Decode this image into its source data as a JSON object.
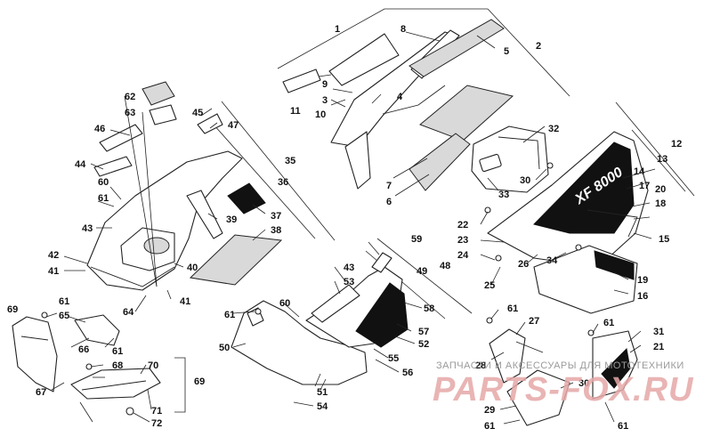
{
  "diagram": {
    "callouts": [
      {
        "id": "c1",
        "text": "1"
      },
      {
        "id": "c2",
        "text": "2"
      },
      {
        "id": "c3",
        "text": "3"
      },
      {
        "id": "c4",
        "text": "4"
      },
      {
        "id": "c5",
        "text": "5"
      },
      {
        "id": "c6",
        "text": "6"
      },
      {
        "id": "c7",
        "text": "7"
      },
      {
        "id": "c8",
        "text": "8"
      },
      {
        "id": "c9",
        "text": "9"
      },
      {
        "id": "c10",
        "text": "10"
      },
      {
        "id": "c11",
        "text": "11"
      },
      {
        "id": "c12",
        "text": "12"
      },
      {
        "id": "c13",
        "text": "13"
      },
      {
        "id": "c14",
        "text": "14"
      },
      {
        "id": "c15",
        "text": "15"
      },
      {
        "id": "c16",
        "text": "16"
      },
      {
        "id": "c17",
        "text": "17"
      },
      {
        "id": "c18",
        "text": "18"
      },
      {
        "id": "c19",
        "text": "19"
      },
      {
        "id": "c20",
        "text": "20"
      },
      {
        "id": "c21",
        "text": "21"
      },
      {
        "id": "c22",
        "text": "22"
      },
      {
        "id": "c23",
        "text": "23"
      },
      {
        "id": "c24",
        "text": "24"
      },
      {
        "id": "c25",
        "text": "25"
      },
      {
        "id": "c26",
        "text": "26"
      },
      {
        "id": "c27",
        "text": "27"
      },
      {
        "id": "c28",
        "text": "28"
      },
      {
        "id": "c29",
        "text": "29"
      },
      {
        "id": "c30a",
        "text": "30"
      },
      {
        "id": "c30b",
        "text": "30"
      },
      {
        "id": "c31",
        "text": "31"
      },
      {
        "id": "c32",
        "text": "32"
      },
      {
        "id": "c33",
        "text": "33"
      },
      {
        "id": "c34",
        "text": "34"
      },
      {
        "id": "c35",
        "text": "35"
      },
      {
        "id": "c36",
        "text": "36"
      },
      {
        "id": "c37",
        "text": "37"
      },
      {
        "id": "c38",
        "text": "38"
      },
      {
        "id": "c39",
        "text": "39"
      },
      {
        "id": "c40",
        "text": "40"
      },
      {
        "id": "c41a",
        "text": "41"
      },
      {
        "id": "c41b",
        "text": "41"
      },
      {
        "id": "c42",
        "text": "42"
      },
      {
        "id": "c43a",
        "text": "43"
      },
      {
        "id": "c43b",
        "text": "43"
      },
      {
        "id": "c44",
        "text": "44"
      },
      {
        "id": "c45",
        "text": "45"
      },
      {
        "id": "c46",
        "text": "46"
      },
      {
        "id": "c47",
        "text": "47"
      },
      {
        "id": "c48",
        "text": "48"
      },
      {
        "id": "c49",
        "text": "49"
      },
      {
        "id": "c50",
        "text": "50"
      },
      {
        "id": "c51",
        "text": "51"
      },
      {
        "id": "c52",
        "text": "52"
      },
      {
        "id": "c53",
        "text": "53"
      },
      {
        "id": "c54",
        "text": "54"
      },
      {
        "id": "c55",
        "text": "55"
      },
      {
        "id": "c56",
        "text": "56"
      },
      {
        "id": "c57",
        "text": "57"
      },
      {
        "id": "c58",
        "text": "58"
      },
      {
        "id": "c59",
        "text": "59"
      },
      {
        "id": "c60a",
        "text": "60"
      },
      {
        "id": "c60b",
        "text": "60"
      },
      {
        "id": "c61a",
        "text": "61"
      },
      {
        "id": "c61b",
        "text": "61"
      },
      {
        "id": "c61c",
        "text": "61"
      },
      {
        "id": "c61d",
        "text": "61"
      },
      {
        "id": "c61e",
        "text": "61"
      },
      {
        "id": "c61f",
        "text": "61"
      },
      {
        "id": "c61g",
        "text": "61"
      },
      {
        "id": "c61h",
        "text": "61"
      },
      {
        "id": "c62",
        "text": "62"
      },
      {
        "id": "c63",
        "text": "63"
      },
      {
        "id": "c64",
        "text": "64"
      },
      {
        "id": "c65",
        "text": "65"
      },
      {
        "id": "c66",
        "text": "66"
      },
      {
        "id": "c67",
        "text": "67"
      },
      {
        "id": "c68",
        "text": "68"
      },
      {
        "id": "c69a",
        "text": "69"
      },
      {
        "id": "c69b",
        "text": "69"
      },
      {
        "id": "c70",
        "text": "70"
      },
      {
        "id": "c71",
        "text": "71"
      },
      {
        "id": "c72",
        "text": "72"
      }
    ],
    "decal_text": "XF 8000"
  },
  "watermark": {
    "caption": "ЗАПЧАСТИ И АКСЕССУАРЫ ДЛЯ МОТОТЕХНИКИ",
    "brand": "PARTS-FOX.RU",
    "color": "#e6a8a8"
  }
}
